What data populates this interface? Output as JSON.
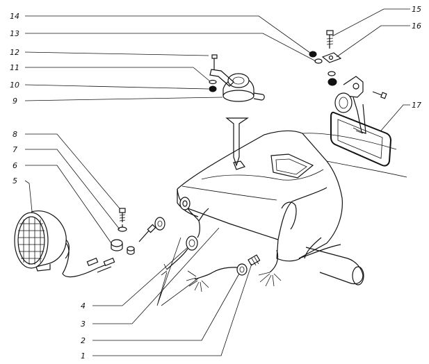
{
  "callouts": [
    {
      "num": "1"
    },
    {
      "num": "2"
    },
    {
      "num": "3"
    },
    {
      "num": "4"
    },
    {
      "num": "5"
    },
    {
      "num": "6"
    },
    {
      "num": "7"
    },
    {
      "num": "8"
    },
    {
      "num": "9"
    },
    {
      "num": "10"
    },
    {
      "num": "11"
    },
    {
      "num": "12"
    },
    {
      "num": "13"
    },
    {
      "num": "14"
    },
    {
      "num": "15"
    },
    {
      "num": "16"
    },
    {
      "num": "17"
    }
  ],
  "colors": {
    "ink": "#111111",
    "paper": "#ffffff"
  }
}
